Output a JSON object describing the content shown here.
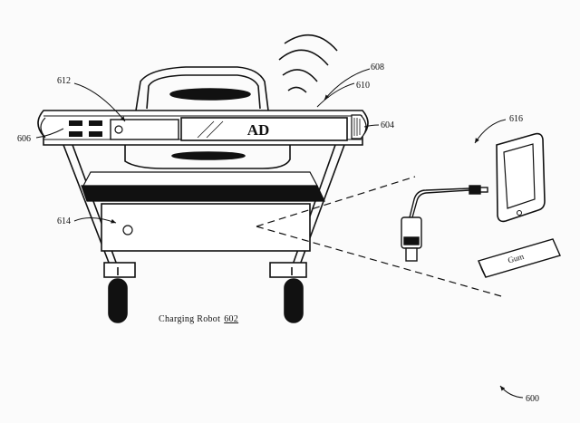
{
  "display_panel": {
    "text": "AD"
  },
  "caption": {
    "prefix": "Charging Robot",
    "number": "602"
  },
  "gum_item": {
    "label": "Gum"
  },
  "reference_numerals": {
    "figure": "600",
    "wireless": "608",
    "display": "610",
    "control_panel": "612",
    "left_panel": "606",
    "right_light": "604",
    "compartment_button": "614",
    "tablet": "616"
  }
}
